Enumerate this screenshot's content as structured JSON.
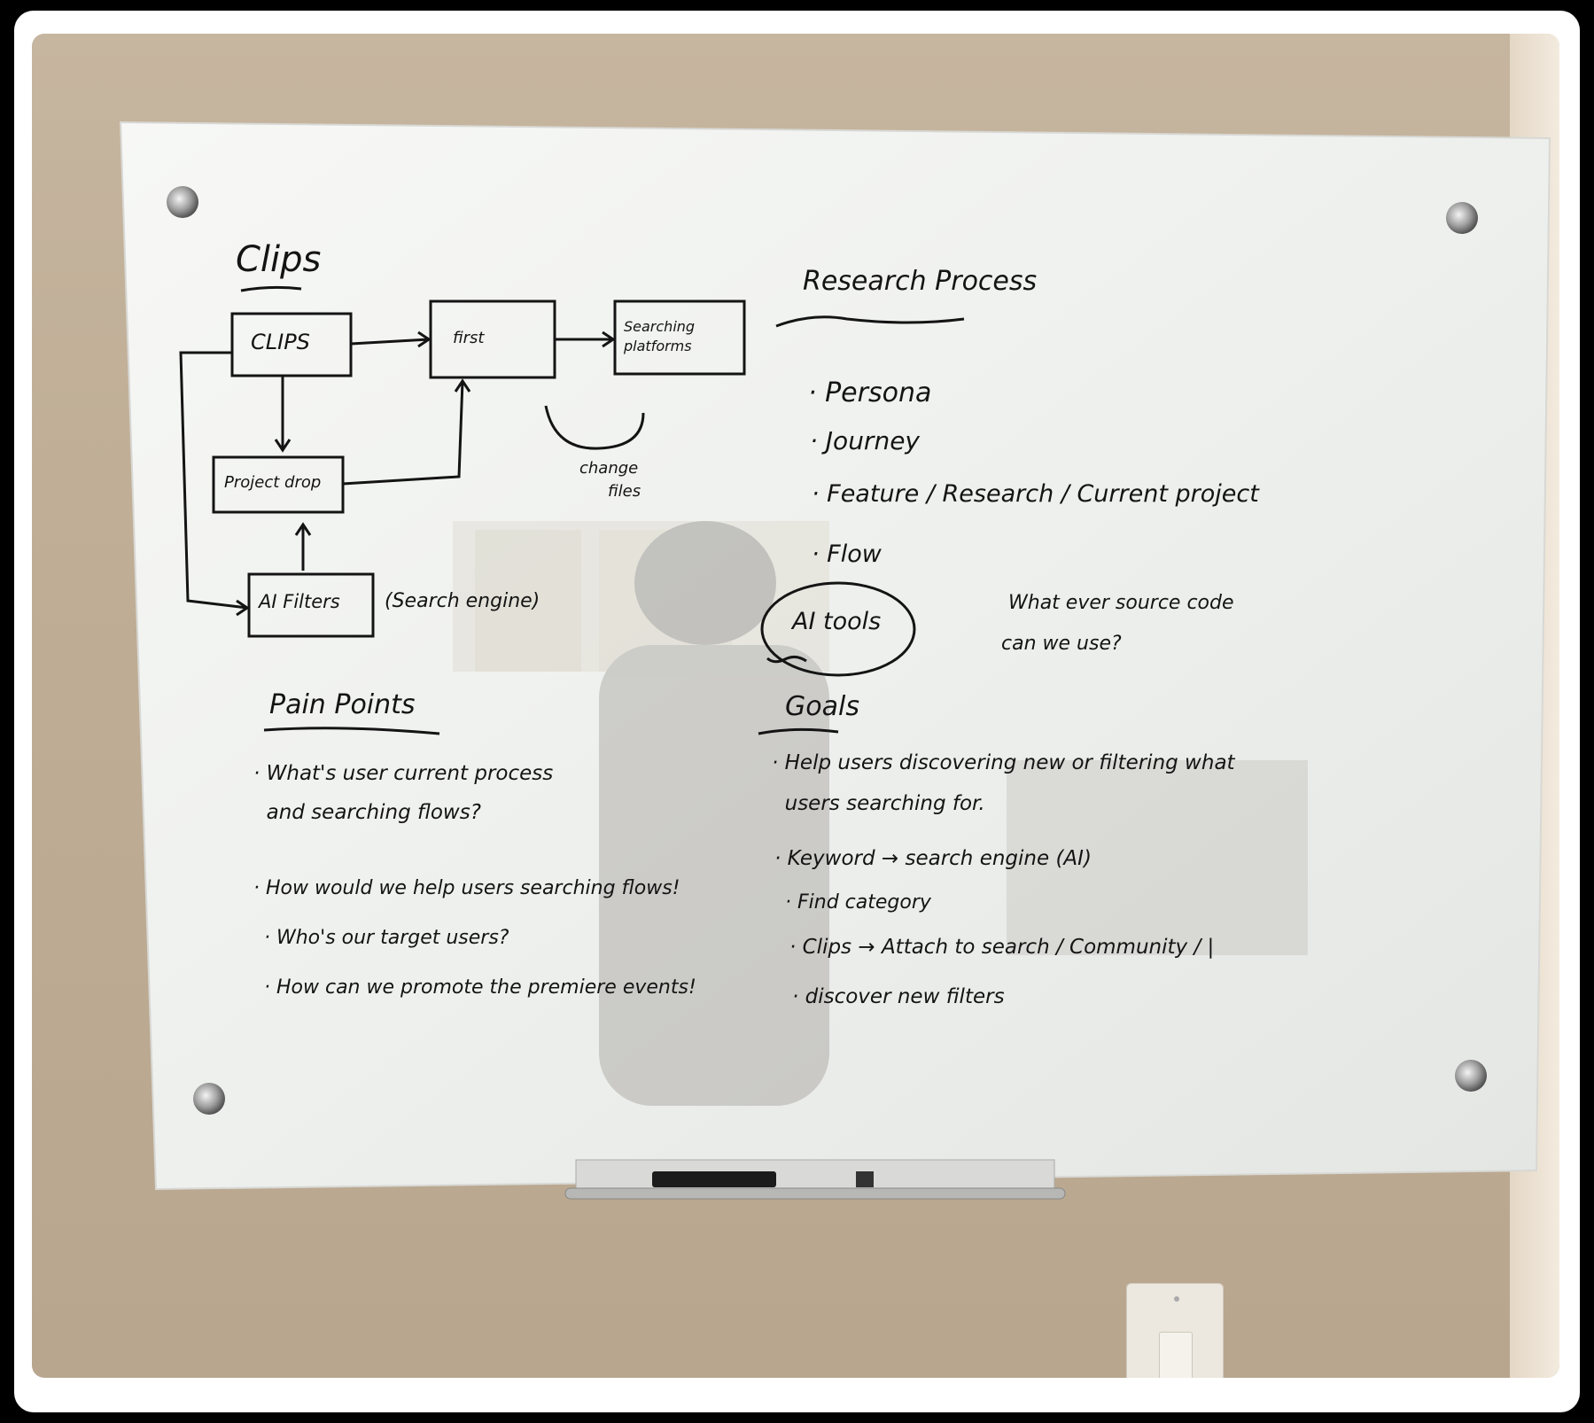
{
  "whiteboard": {
    "flowchart": {
      "heading": "Clips",
      "box_clips": "CLIPS",
      "box_first": "first",
      "box_searching": "Searching platforms",
      "box_project": "Project drop",
      "box_ai": "AI Filters",
      "ai_note": "(Search engine)",
      "loop_note_1": "change",
      "loop_note_2": "files"
    },
    "research": {
      "heading": "Research Process",
      "items": [
        "· Persona",
        "· Journey",
        "· Feature / Research / Current project",
        "· Flow"
      ],
      "ai_tools": "AI tools",
      "ai_note_1": "What ever source code",
      "ai_note_2": "can we use?"
    },
    "pain_points": {
      "heading": "Pain Points",
      "items": [
        "· What's user current process",
        "  and searching flows?",
        "· How would we help users searching flows!",
        "· Who's our target users?",
        "· How can we promote the premiere events!"
      ]
    },
    "goals": {
      "heading": "Goals",
      "items": [
        "· Help users discovering new or filtering what",
        "  users searching for.",
        "· Keyword → search engine (AI)",
        "· Find category",
        "· Clips → Attach to search / Community / |",
        "· discover new filters"
      ]
    }
  },
  "colors": {
    "ink": "#141414",
    "board": "#f4f5f3",
    "wall": "#c2b29b"
  }
}
